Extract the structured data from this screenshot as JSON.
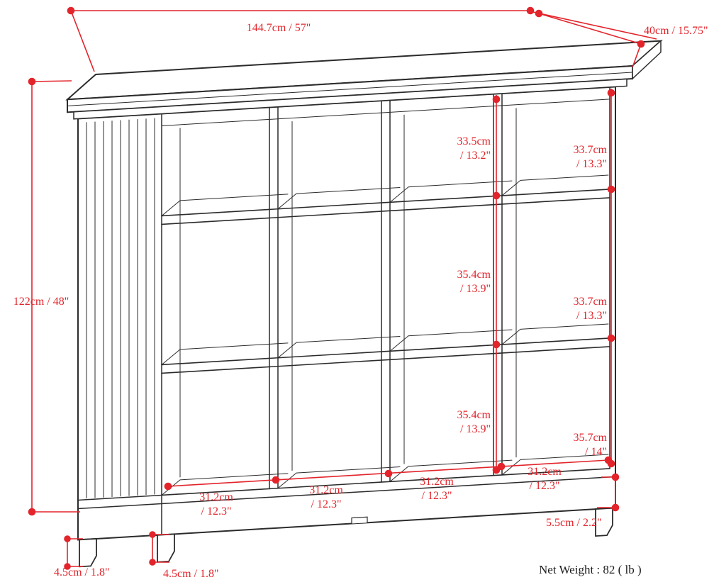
{
  "diagram": {
    "colors": {
      "background": "#ffffff",
      "line": "#2b2b2b",
      "dimension": "#e3242b"
    },
    "net_weight": "Net Weight : 82 ( lb )",
    "dimensions": {
      "overall_width": "144.7cm / 57\"",
      "overall_depth": "40cm / 15.75\"",
      "overall_height": "122cm / 48\"",
      "cube_height_top": "33.5cm\n/ 13.2\"",
      "cube_height_middle": "35.4cm\n/ 13.9\"",
      "cube_height_bottom": "35.4cm\n/ 13.9\"",
      "right_cube_height_top": "33.7cm\n/ 13.3\"",
      "right_cube_height_middle": "33.7cm\n/ 13.3\"",
      "right_cube_height_bottom": "35.7cm\n/ 14\"",
      "cube_width_1": "31.2cm\n/ 12.3\"",
      "cube_width_2": "31.2cm\n/ 12.3\"",
      "cube_width_3": "31.2cm\n/ 12.3\"",
      "cube_width_4": "31.2cm\n/ 12.3\"",
      "base_height": "5.5cm / 2.2\"",
      "leg_height_left": "4.5cm / 1.8\"",
      "leg_height_inner": "4.5cm / 1.8\""
    }
  }
}
